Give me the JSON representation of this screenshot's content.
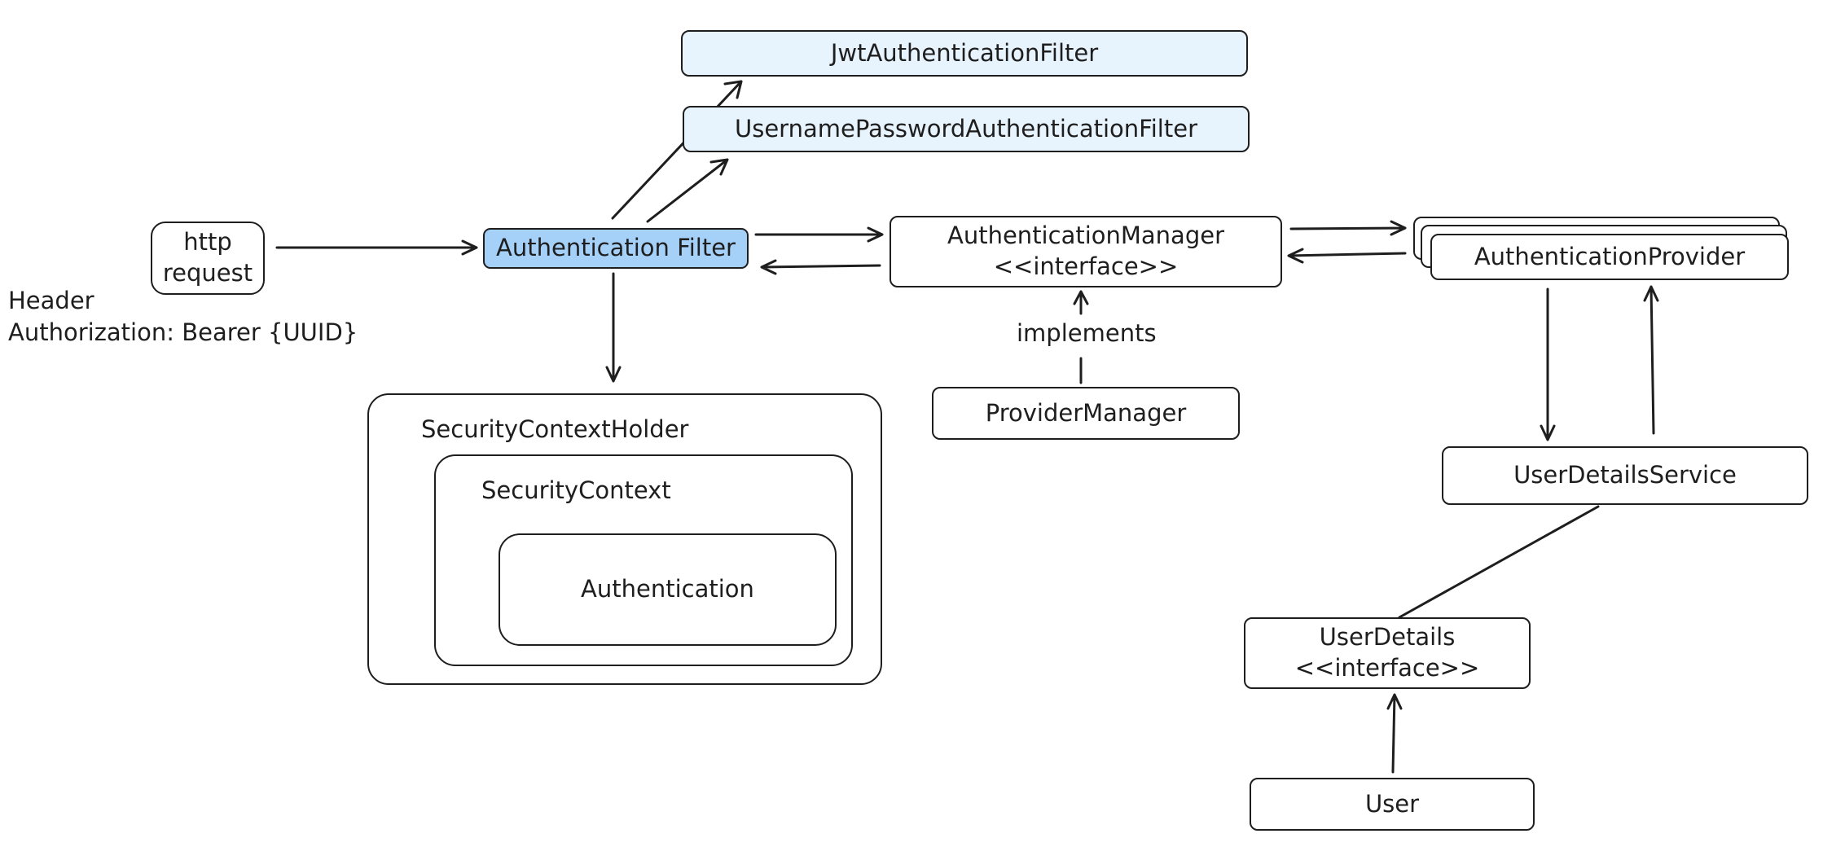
{
  "nodes": {
    "jwt_filter": "JwtAuthenticationFilter",
    "username_password_filter": "UsernamePasswordAuthenticationFilter",
    "http_request": "http\nrequest",
    "authentication_filter": "Authentication Filter",
    "authentication_manager": "AuthenticationManager\n<<interface>>",
    "authentication_provider": "AuthenticationProvider",
    "provider_manager": "ProviderManager",
    "user_details_service": "UserDetailsService",
    "user_details": "UserDetails\n<<interface>>",
    "user": "User",
    "security_context_holder": "SecurityContextHolder",
    "security_context": "SecurityContext",
    "authentication": "Authentication"
  },
  "labels": {
    "header_note": "Header\nAuthorization: Bearer {UUID}",
    "implements": "implements"
  },
  "colors": {
    "stroke": "#1e1e1e",
    "filter_fill": "#e8f4fd",
    "highlight_fill": "#a5d0f8"
  }
}
